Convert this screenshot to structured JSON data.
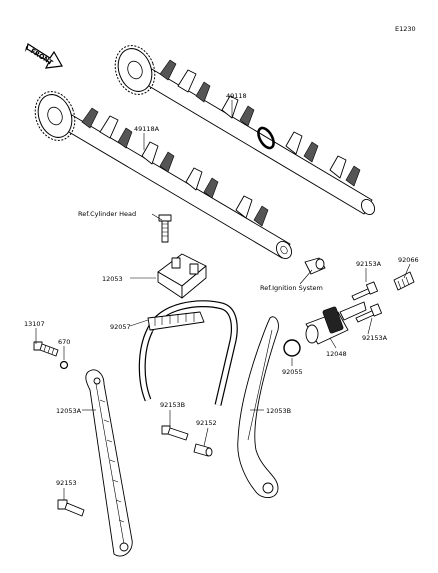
{
  "diagram_code": "E1230",
  "front_arrow_text": "FRONT",
  "labels": {
    "p49118": "49118",
    "p49118A": "49118A",
    "ref_head": "Ref.Cylinder Head",
    "p12053": "12053",
    "ref_ignition": "Ref.Ignition System",
    "p92153A_top": "92153A",
    "p92066": "92066",
    "p13107": "13107",
    "p670": "670",
    "p92057": "92057",
    "p12048": "12048",
    "p92153A_bottom": "92153A",
    "p92055": "92055",
    "p12053A": "12053A",
    "p92153B": "92153B",
    "p92152": "92152",
    "p12053B": "12053B",
    "p92153": "92153"
  }
}
